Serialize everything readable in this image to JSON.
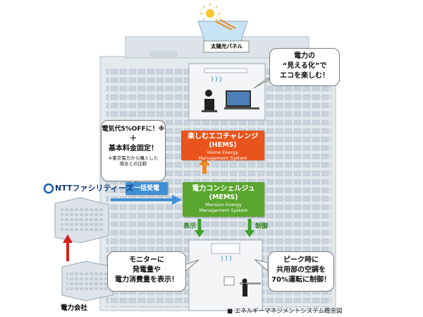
{
  "solar": {
    "label": "太陽光パネル"
  },
  "callouts": {
    "visualize": [
      "電力の",
      "“見える化”で",
      "エコを楽しむ！"
    ],
    "discount": {
      "line1": "電気代5%OFFに！※",
      "plus": "＋",
      "line3": "基本料金固定！",
      "note1": "※東京電力から購入した",
      "note2": "場合との比較"
    },
    "monitor": [
      "モニターに",
      "発電量や",
      "電力消費量を表示！"
    ],
    "peak": [
      "ピーク時に",
      "共用部の空調を",
      "70%運転に制御！"
    ]
  },
  "hems": {
    "title": "楽しむエコチャレンジ",
    "abbr": "(HEMS)",
    "en1": "Home Energy",
    "en2": "Management System"
  },
  "mems": {
    "title": "電力コンシェルジュ",
    "abbr": "(MEMS)",
    "en1": "Mansion Energy",
    "en2": "Management System"
  },
  "bulk": {
    "label": "一括受電"
  },
  "ntt": {
    "name": "NTTファシリティーズ"
  },
  "arrows": {
    "display": "表示",
    "control": "制御"
  },
  "utility": {
    "label": "電力会社"
  },
  "caption": "■ エネルギーマネジメントシステム概念図",
  "colors": {
    "hems": "#e8541c",
    "mems": "#5aa62e",
    "bulk": "#3f8fd6",
    "red_arrow": "#d4201c",
    "orange_arrow": "#f08a1c",
    "green_arrow": "#3ea02a"
  }
}
